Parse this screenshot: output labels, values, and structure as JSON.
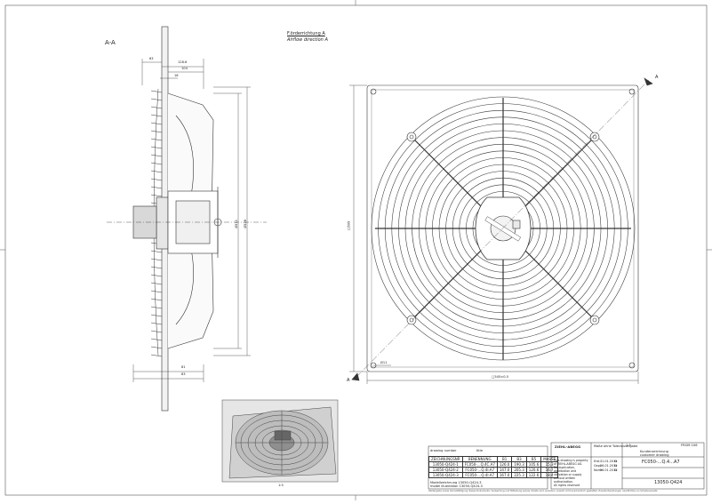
{
  "section_label": "A-A",
  "airflow": {
    "de": "F.örderrichtung A",
    "en": "Airflow direction A"
  },
  "side_dims": {
    "d1": "63",
    "d2": "128.6",
    "d3": "104",
    "d4": "16",
    "dia1": "Ø511",
    "dia2": "Ø528",
    "b1": "81",
    "b2": "83"
  },
  "front_dims": {
    "width": "□595",
    "height": "□595",
    "hole": "Ø11",
    "pitch": "□545±0.5",
    "cut_a": "A",
    "cut_b": "A"
  },
  "view_label": "1:5",
  "brand": "ZIEHL-ABEGG",
  "tables": {
    "header_labels": {
      "drawing_number": "drawing number",
      "title": "title"
    },
    "columns": [
      "ZEICHNUNGSNR",
      "BENENNUNG",
      "B1",
      "B3",
      "B5",
      "MASSE"
    ],
    "rows": [
      [
        "13050-Q424-1",
        "FC050-...Q.4C.A7",
        "126.0",
        "190.3",
        "105.6",
        "15.3"
      ],
      [
        "13050-Q424-2",
        "FC050-...Q.4I.A7",
        "147.0",
        "205.3",
        "120.6",
        "16.7"
      ],
      [
        "13050-Q424-3",
        "FC050-...Q.4I.A7",
        "167.0",
        "225.3",
        "122.6",
        "18.4"
      ]
    ],
    "model_line_1": "Modellzeichnung 13050-Q424-3",
    "model_line_2": "model illustration 13050-Q424-3"
  },
  "title_block": {
    "notice": [
      "This drawing is property",
      "of ZIEHL-ABEGG AG.",
      "No duplication,",
      "distribution and",
      "utilization or supply",
      "without written",
      "authorization.",
      "All rights reserved"
    ],
    "material": "Maße ohne Toleranzangabe",
    "scale": "1:5",
    "title_de": "Kundenzeichnung",
    "title_en": "customer drawing",
    "product": "FC050-...Q.4...A7",
    "drawing_no": "13050-Q424",
    "page": "FROM 106",
    "rows": [
      [
        "Erst.",
        "31.01.2011",
        "Kr"
      ],
      [
        "Gepr.",
        "26.01.2011",
        "Kr"
      ],
      [
        "Norm",
        "26.01.2011",
        "Kr"
      ]
    ]
  },
  "footer": "Weitergabe sowie Vervielfältigung dieses Dokuments, Verwertung und Mitteilung seines Inhalts sind verboten, soweit nicht ausdrücklich gestattet. Zuwiderhandlungen verpflichten zu Schadenersatz."
}
